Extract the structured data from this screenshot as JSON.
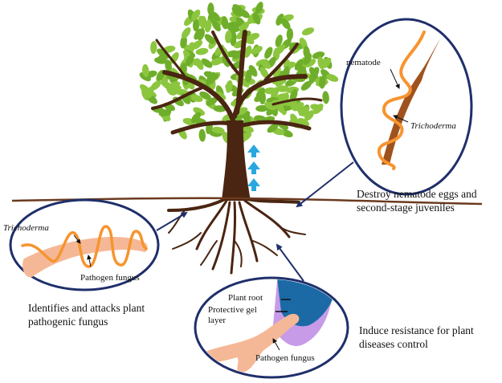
{
  "colors": {
    "leaf": "#8cc63f",
    "leaf_dark": "#6fae2b",
    "trunk": "#4a2511",
    "soil_line": "#6b3a1f",
    "ellipse_stroke": "#1f2f6b",
    "arrow_up": "#29a8e0",
    "trichoderma": "#f7942f",
    "fungus": "#f5b896",
    "nematode": "#a0521d",
    "plant_root": "#1b6aa5",
    "gel_layer": "#c79be8"
  },
  "top_callout": {
    "nematode_label": "nematode",
    "trichoderma_label": "Trichoderma",
    "caption_line1": "Destroy nematode eggs and",
    "caption_line2": "second-stage juveniles"
  },
  "left_callout": {
    "trichoderma_label": "Trichoderma",
    "pathogen_label": "Pathogen fungus",
    "caption_line1": "Identifies and attacks plant",
    "caption_line2": "pathogenic fungus"
  },
  "bottom_callout": {
    "plant_root_label": "Plant root",
    "gel_label_line1": "Protective gel",
    "gel_label_line2": "layer",
    "pathogen_label": "Pathogen fungus",
    "caption_line1": "Induce resistance for plant",
    "caption_line2": "diseases control"
  }
}
